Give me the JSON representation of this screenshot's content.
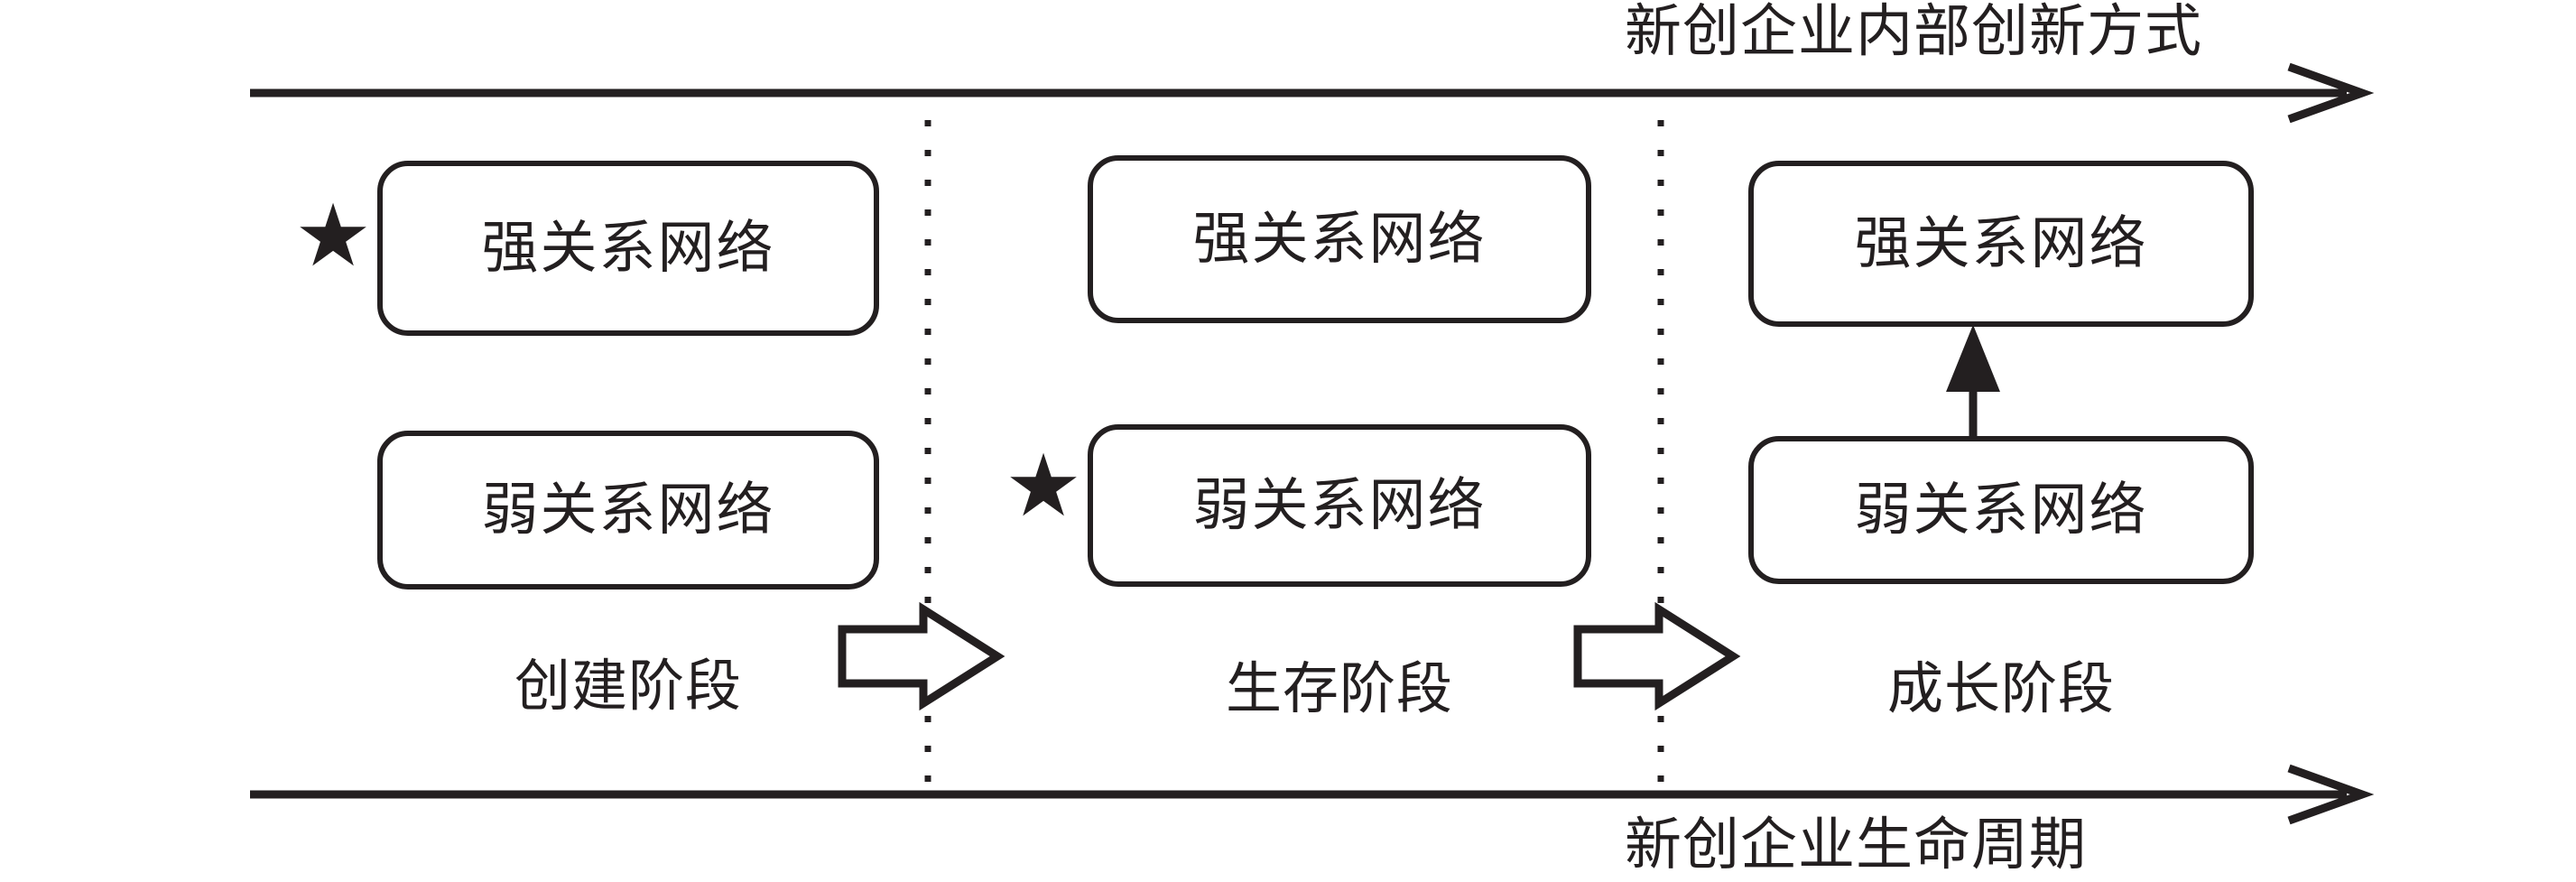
{
  "diagram": {
    "title_top": "新创企业内部创新方式",
    "title_bottom": "新创企业生命周期",
    "axis_top_name": "新创企业内部创新方式",
    "axis_bottom_name": "新创企业生命周期",
    "colors": {
      "ink": "#231f20",
      "background": "#ffffff"
    },
    "star_glyph": "★",
    "stages": [
      {
        "id": "stage-1",
        "label": "创建阶段",
        "boxes": [
          {
            "id": "s1-strong",
            "label": "强关系网络",
            "marked": true
          },
          {
            "id": "s1-weak",
            "label": "弱关系网络",
            "marked": false
          }
        ]
      },
      {
        "id": "stage-2",
        "label": "生存阶段",
        "boxes": [
          {
            "id": "s2-strong",
            "label": "强关系网络",
            "marked": false
          },
          {
            "id": "s2-weak",
            "label": "弱关系网络",
            "marked": true
          }
        ]
      },
      {
        "id": "stage-3",
        "label": "成长阶段",
        "boxes": [
          {
            "id": "s3-strong",
            "label": "强关系网络",
            "marked": false
          },
          {
            "id": "s3-weak",
            "label": "弱关系网络",
            "marked": false
          }
        ]
      }
    ],
    "transitions": [
      {
        "id": "t1",
        "from": "stage-1",
        "to": "stage-2",
        "style": "block-arrow-right"
      },
      {
        "id": "t2",
        "from": "stage-2",
        "to": "stage-3",
        "style": "block-arrow-right"
      }
    ],
    "upgrade_arrow": {
      "id": "s3-weak-to-strong",
      "from": "s3-weak",
      "to": "s3-strong",
      "style": "solid-arrow-up"
    },
    "dividers": [
      {
        "id": "divider-1",
        "between": [
          "stage-1",
          "stage-2"
        ],
        "style": "dotted"
      },
      {
        "id": "divider-2",
        "between": [
          "stage-2",
          "stage-3"
        ],
        "style": "dotted"
      }
    ]
  }
}
